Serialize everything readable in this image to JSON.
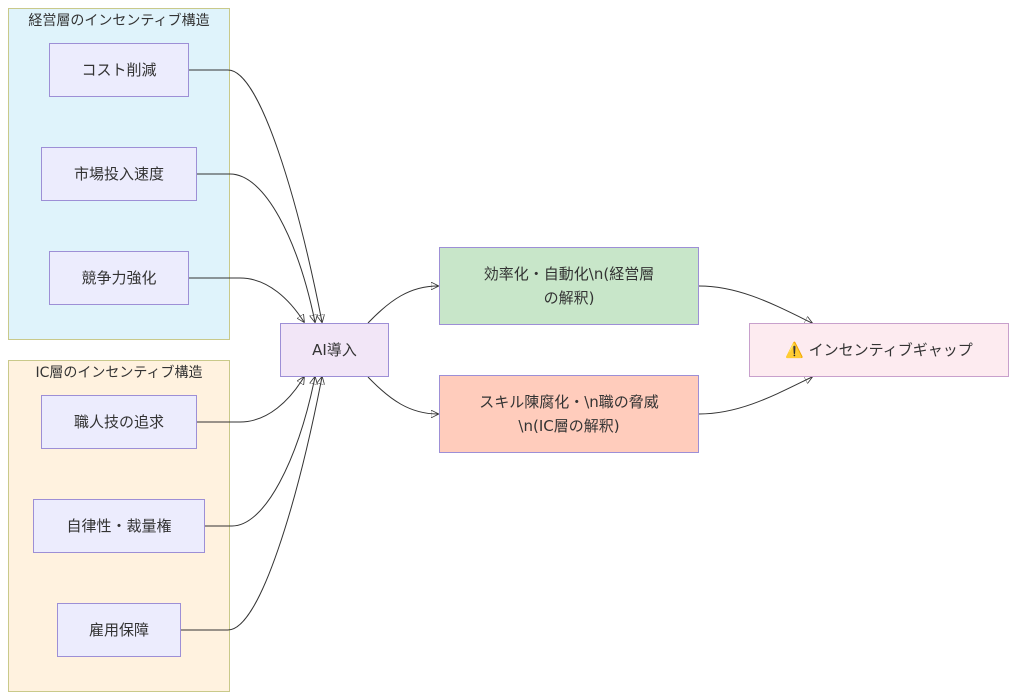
{
  "clusters": {
    "management": {
      "title": "経営層のインセンティブ構造",
      "fill": "#dff3fb"
    },
    "ic": {
      "title": "IC層のインセンティブ構造",
      "fill": "#fff2df"
    }
  },
  "nodes": {
    "cost_cut": "コスト削減",
    "time_to_market": "市場投入速度",
    "competitiveness": "競争力強化",
    "craftsmanship": "職人技の追求",
    "autonomy": "自律性・裁量権",
    "job_security": "雇用保障",
    "ai_adoption": "AI導入",
    "efficiency_view": "効率化・自動化\\n(経営層の解釈)",
    "deskilling_view": "スキル陳腐化・\\n職の脅威\\n(IC層の解釈)",
    "incentive_gap": "⚠️ インセンティブギャップ"
  },
  "colors": {
    "node_default": "#ececfd",
    "node_border": "#9d8fd6",
    "ai_node": "#f2e6f7",
    "efficiency_node": "#c8e6c9",
    "deskilling_node": "#ffccbc",
    "gap_node": "#fdebf0",
    "gap_border": "#c8a0cc",
    "edge": "#333333"
  }
}
